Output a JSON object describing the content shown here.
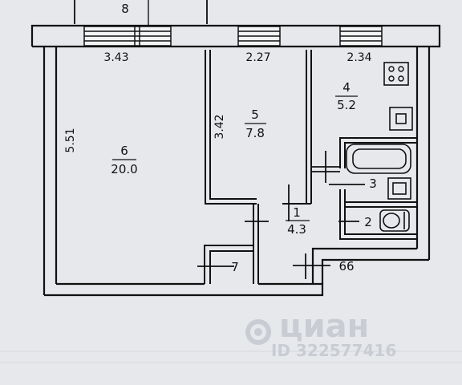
{
  "top_label": "8",
  "dimensions": {
    "room6_width": "3.43",
    "room5_width": "2.27",
    "room4_width": "2.34",
    "room6_height": "5.51",
    "room5_height": "3.42"
  },
  "rooms": [
    {
      "number": "6",
      "area": "20.0"
    },
    {
      "number": "5",
      "area": "7.8"
    },
    {
      "number": "4",
      "area": "5.2"
    },
    {
      "number": "1",
      "area": "4.3"
    }
  ],
  "small_rooms": {
    "bath": "3",
    "wc": "2",
    "closet": "7",
    "shaft": "66"
  },
  "watermark": {
    "brand": "циан",
    "id": "ID 322577416"
  }
}
